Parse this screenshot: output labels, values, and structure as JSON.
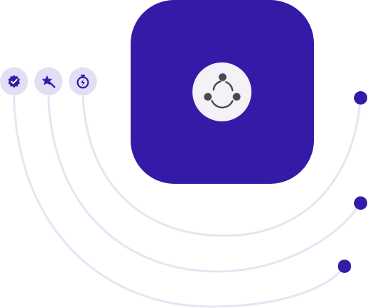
{
  "colors": {
    "brand": "#351aa8",
    "badge_background": "#e3def4",
    "logo_background": "#f4f2f7",
    "logo_stroke": "#4a4a52",
    "connector": "#e7e4f3"
  },
  "app_tile": {
    "icon": "share-network-icon"
  },
  "features": [
    {
      "icon": "verified-badge-icon"
    },
    {
      "icon": "magic-star-icon"
    },
    {
      "icon": "stopwatch-lightning-icon"
    }
  ],
  "connectors": [
    {
      "icon": "dot-endpoint"
    },
    {
      "icon": "dot-endpoint"
    },
    {
      "icon": "dot-endpoint"
    }
  ]
}
